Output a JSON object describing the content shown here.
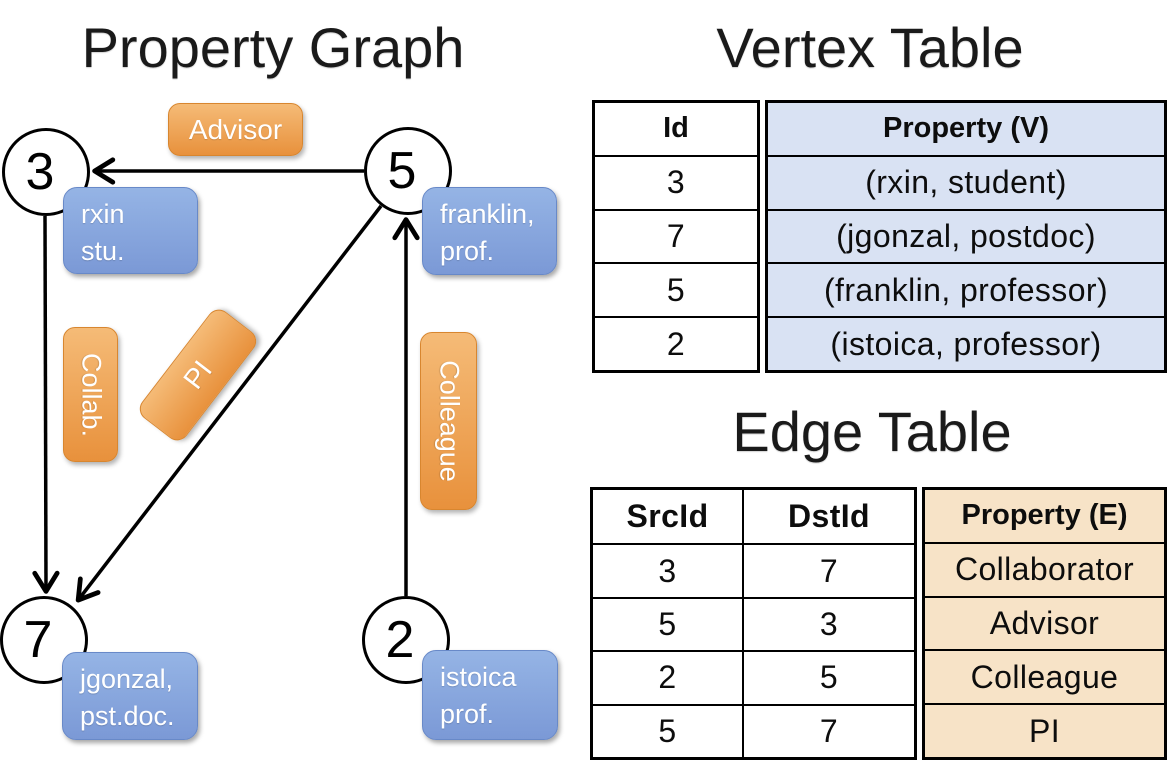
{
  "slide": {
    "graph_title": "Property Graph",
    "vertex_table_title": "Vertex Table",
    "edge_table_title": "Edge Table"
  },
  "graph": {
    "vertices": [
      {
        "id": "3",
        "line1": "rxin",
        "line2": "stu."
      },
      {
        "id": "5",
        "line1": "franklin,",
        "line2": "prof."
      },
      {
        "id": "7",
        "line1": "jgonzal,",
        "line2": "pst.doc."
      },
      {
        "id": "2",
        "line1": "istoica",
        "line2": "prof."
      }
    ],
    "edges": [
      {
        "src": "5",
        "dst": "3",
        "label": "Advisor"
      },
      {
        "src": "3",
        "dst": "7",
        "label": "Collab."
      },
      {
        "src": "5",
        "dst": "7",
        "label": "PI"
      },
      {
        "src": "2",
        "dst": "5",
        "label": "Colleague"
      }
    ]
  },
  "vertex_table": {
    "columns": [
      "Id",
      "Property (V)"
    ],
    "rows": [
      [
        "3",
        "(rxin, student)"
      ],
      [
        "7",
        "(jgonzal, postdoc)"
      ],
      [
        "5",
        "(franklin, professor)"
      ],
      [
        "2",
        "(istoica, professor)"
      ]
    ]
  },
  "edge_table": {
    "columns": [
      "SrcId",
      "DstId",
      "Property (E)"
    ],
    "rows": [
      [
        "3",
        "7",
        "Collaborator"
      ],
      [
        "5",
        "3",
        "Advisor"
      ],
      [
        "2",
        "5",
        "Colleague"
      ],
      [
        "5",
        "7",
        "PI"
      ]
    ]
  },
  "colors": {
    "edge_label_orange": "#eda558",
    "vertex_label_blue": "#86a6dc",
    "vertex_table_fill": "#d9e2f3",
    "edge_table_fill": "#f7e3c7",
    "line_black": "#000000",
    "background": "#ffffff"
  }
}
